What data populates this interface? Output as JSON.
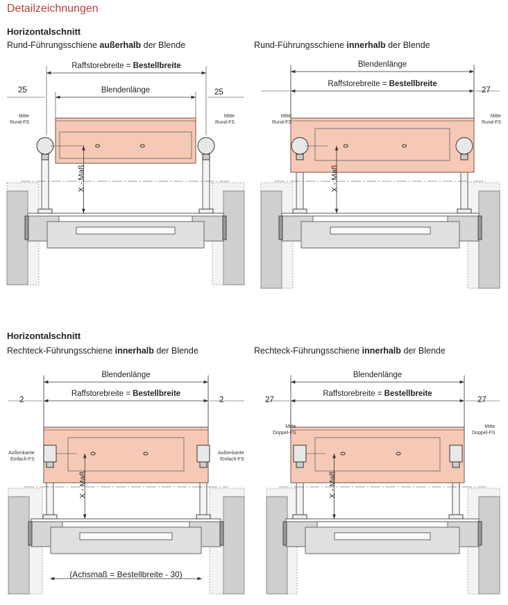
{
  "title": "Detailzeichnungen",
  "panels": [
    {
      "heading": "Horizontalschnitt",
      "sub_pre": "Rund-Führungsschiene ",
      "sub_bold": "außerhalb",
      "sub_post": " der Blende",
      "dim_outer_pre": "Raffstorebreite = ",
      "dim_outer_bold": "Bestellbreite",
      "dim_inner": "Blendenlänge",
      "left_offset": "25",
      "right_offset": "25",
      "label_left": [
        "Mitte",
        "Rund-FS"
      ],
      "label_right": [
        "Mitte",
        "Rund-FS"
      ],
      "xmass": "X - Maß"
    },
    {
      "heading": "",
      "sub_pre": "Rund-Führungsschiene ",
      "sub_bold": "innerhalb",
      "sub_post": " der Blende",
      "dim_outer_pre": "Raffstorebreite = ",
      "dim_outer_bold": "Bestellbreite",
      "dim_inner": "Blendenlänge",
      "left_offset": "",
      "right_offset": "27",
      "label_left": [
        "Mitte",
        "Rund-FS"
      ],
      "label_right": [
        "Mitte",
        "Rund-FS"
      ],
      "xmass": "X - Maß"
    },
    {
      "heading": "Horizontalschnitt",
      "sub_pre": "Rechteck-Führungsschiene ",
      "sub_bold": "innerhalb",
      "sub_post": " der Blende",
      "dim_outer_pre": "Raffstorebreite = ",
      "dim_outer_bold": "Bestellbreite",
      "dim_inner": "Blendenlänge",
      "left_offset": "2",
      "right_offset": "2",
      "label_left": [
        "Außenkante",
        "Einfach-FS"
      ],
      "label_right": [
        "Außenkante",
        "Einfach-FS"
      ],
      "xmass": "X - Maß",
      "bottom_note": "(Achsmaß = Bestellbreite - 30)"
    },
    {
      "heading": "",
      "sub_pre": "Rechteck-Führungsschiene ",
      "sub_bold": "innerhalb",
      "sub_post": " der Blende",
      "dim_outer_pre": "Raffstorebreite = ",
      "dim_outer_bold": "Bestellbreite",
      "dim_inner": "Blendenlänge",
      "left_offset": "27",
      "right_offset": "27",
      "label_left": [
        "Mitte",
        "Doppel-FS"
      ],
      "label_right": [
        "Mitte",
        "Doppel-FS"
      ],
      "xmass": "X - Maß"
    }
  ],
  "colors": {
    "title": "#b0403a",
    "blende": "#f6c9b7",
    "blende_stroke": "#8a6a60",
    "wall": "#cfcfcf"
  }
}
